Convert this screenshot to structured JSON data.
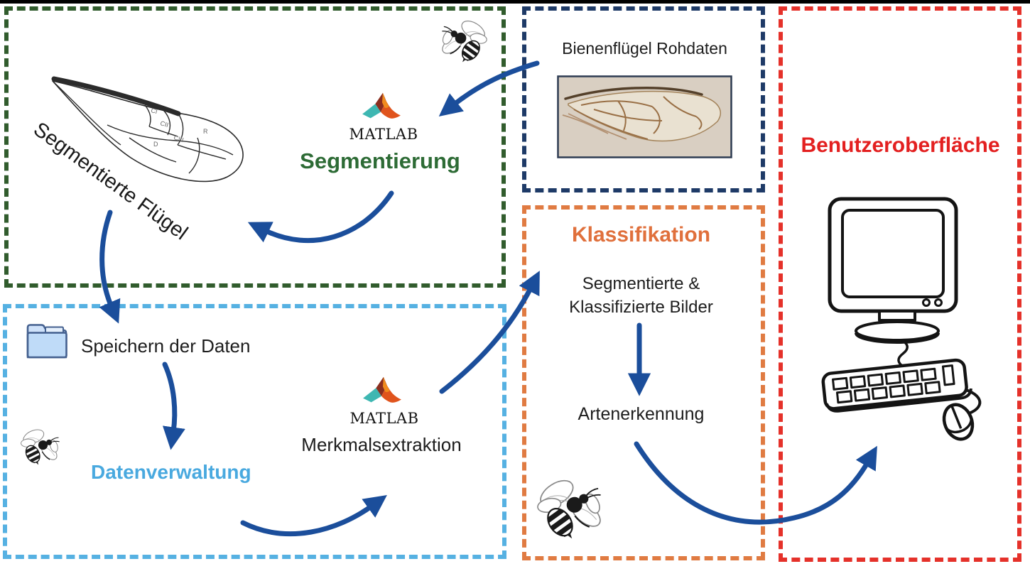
{
  "colors": {
    "arrow_blue": "#1b4e9b",
    "segmentation_green": "#2d6b35",
    "segmentation_border": "#315c2d",
    "rawdata_border": "#1e3a67",
    "ui_red": "#e32020",
    "ui_border": "#e5312a",
    "classification_orange": "#e0703c",
    "classification_border": "#e07b42",
    "data_blue": "#49a9df",
    "data_border": "#56b1e2"
  },
  "segmentation_box": {
    "title": "Segmentierung",
    "matlab_wordmark": "MATLAB",
    "wing_caption": "Segmentierte Flügel",
    "wing_cells": {
      "c1": "CI",
      "c2": "CII",
      "c3": "CIII",
      "d": "D",
      "r": "R"
    }
  },
  "rawdata_box": {
    "title": "Bienenflügel Rohdaten"
  },
  "ui_box": {
    "title": "Benutzeroberfläche"
  },
  "classification_box": {
    "title": "Klassifikation",
    "images_line1": "Segmentierte &",
    "images_line2": "Klassifizierte Bilder",
    "recognition_label": "Artenerkennung"
  },
  "data_box": {
    "title": "Datenverwaltung",
    "save_label": "Speichern der Daten",
    "matlab_wordmark": "MATLAB",
    "extraction_label": "Merkmalsextraktion"
  }
}
